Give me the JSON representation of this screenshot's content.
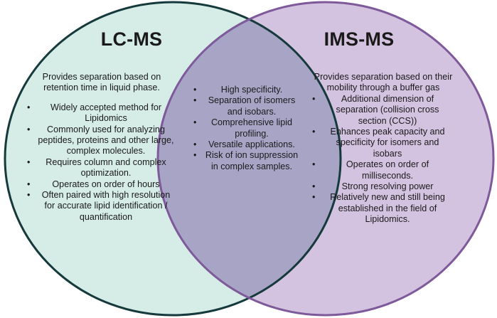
{
  "colors": {
    "left_fill": "#d6ece7",
    "left_stroke": "#163a3c",
    "right_fill": "#d4c3e0",
    "right_stroke": "#7e5a9b",
    "overlap_fill": "#a8a4c6"
  },
  "left": {
    "title": "LC-MS",
    "intro": "Provides separation based on retention time in liquid phase.",
    "items": [
      "Widely accepted method for Lipidomics",
      "Commonly used for analyzing peptides, proteins and other large, complex molecules.",
      "Requires column and complex optimization.",
      "Operates on order of hours",
      "Often paired with high resolution for accurate lipid identification / quantification"
    ]
  },
  "center": {
    "items": [
      "High specificity.",
      "Separation of isomers and isobars.",
      "Comprehensive lipid profiling.",
      "Versatile applications.",
      "Risk of ion suppression in complex samples."
    ]
  },
  "right": {
    "title": "IMS-MS",
    "intro": "Provides separation based on their mobility through a buffer gas",
    "items": [
      "Additional dimension of separation (collision cross section (CCS))",
      "Enhances peak capacity and specificity for isomers and isobars",
      "Operates on order of milliseconds.",
      "Strong resolving power",
      "Relatively new and still being established in the field of Lipidomics."
    ]
  }
}
